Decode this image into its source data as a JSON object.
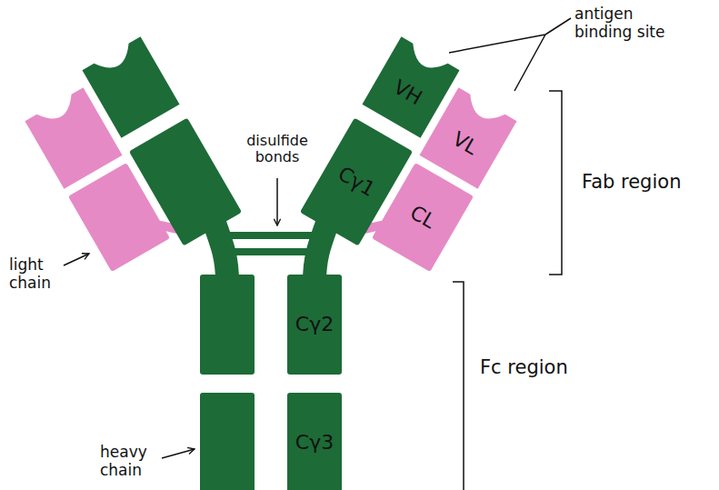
{
  "diagram": {
    "nodes": [
      {
        "text": [
          "VH"
        ]
      },
      {
        "text": [
          "VL"
        ]
      },
      {
        "text": [
          "Cγ1"
        ]
      },
      {
        "text": [
          "CL"
        ]
      },
      {
        "text": [
          "Cγ2"
        ]
      },
      {
        "text": [
          "Cγ3"
        ]
      }
    ],
    "labels": [
      "antigen binding site",
      "disulfide bonds",
      "Fab region",
      "light chain",
      "Fc region",
      "heavy chain"
    ]
  }
}
